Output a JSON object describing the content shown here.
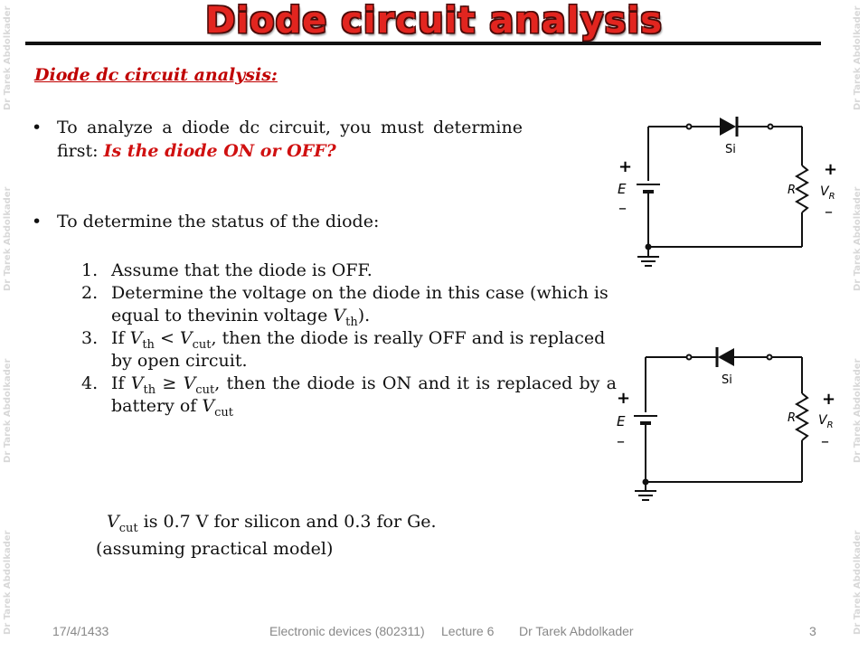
{
  "title": "Diode circuit analysis",
  "subtitle": "Diode dc circuit analysis:",
  "bullet1": {
    "text": "To analyze a diode dc circuit, you must determine first: ",
    "emphasis": "Is the diode ON or OFF?"
  },
  "bullet2": "To determine the status of the diode:",
  "steps": [
    {
      "num": "1.",
      "text": "Assume that the diode is OFF."
    },
    {
      "num": "2.",
      "text_a": "Determine the voltage on the diode in this case (which is equal to thevinin voltage ",
      "var": "V",
      "sub": "th",
      "text_b": ")."
    },
    {
      "num": "3.",
      "a": "If ",
      "v1": "V",
      "s1": "th",
      "mid": " < ",
      "v2": "V",
      "s2": "cut",
      "b": ", then the diode is really OFF and is replaced by open circuit."
    },
    {
      "num": "4.",
      "a": "If ",
      "v1": "V",
      "s1": "th",
      "mid": " ≥ ",
      "v2": "V",
      "s2": "cut",
      "b": ", then the diode is ON and it is replaced by a battery of ",
      "v3": "V",
      "s3": "cut"
    }
  ],
  "note": {
    "var": "V",
    "sub": "cut",
    "line1": " is 0.7 V for silicon and 0.3 for Ge.",
    "line2": "(assuming practical model)"
  },
  "circuit": {
    "diode_label": "Si",
    "source_label": "E",
    "resistor_label": "R",
    "voltage_label": "V",
    "voltage_sub": "R",
    "plus": "+",
    "minus": "–"
  },
  "footer": {
    "date": "17/4/1433",
    "course": "Electronic devices (802311)",
    "lecture": "Lecture 6",
    "author": "Dr Tarek Abdolkader",
    "page": "3"
  },
  "watermark": "Dr Tarek Abdolkader",
  "colors": {
    "title": "#e2251f",
    "subtitle": "#c00000",
    "emphasis": "#d01010"
  }
}
